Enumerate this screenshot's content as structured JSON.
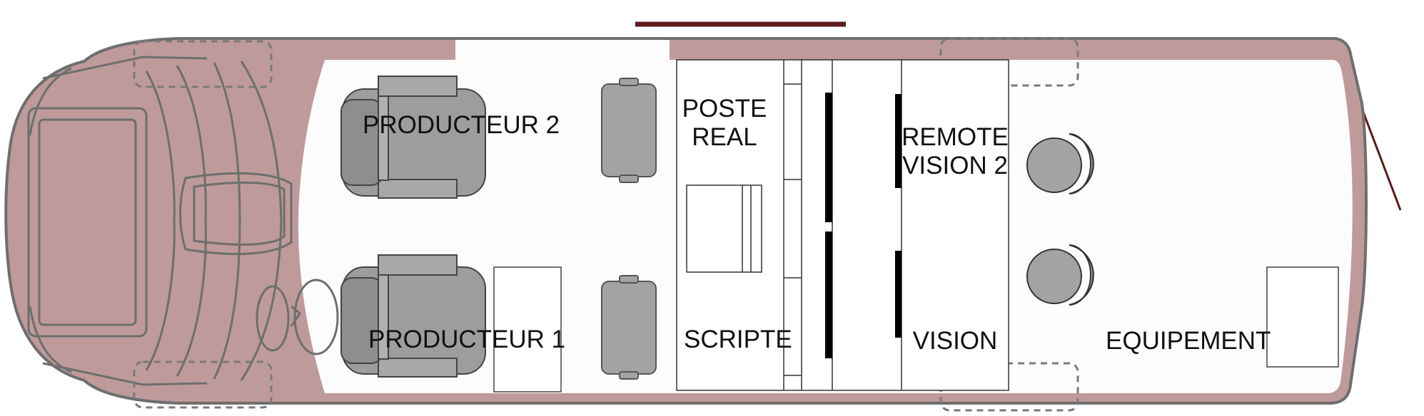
{
  "colors": {
    "body": "#bf9a9a",
    "outline": "#6e6e6e",
    "floor": "#fcfcfc",
    "seat": "#9d9d9d",
    "seat_dark": "#7e7e7e",
    "door": "#5c1a1a",
    "desk_line": "#333333"
  },
  "labels": {
    "producteur_2": "PRODUCTEUR 2",
    "producteur_1": "PRODUCTEUR 1",
    "poste_real_line1": "POSTE",
    "poste_real_line2": "REAL",
    "scripte": "SCRIPTE",
    "remote_vision_line1": "REMOTE",
    "remote_vision_line2": "VISION 2",
    "vision": "VISION",
    "equipement": "EQUIPEMENT"
  }
}
